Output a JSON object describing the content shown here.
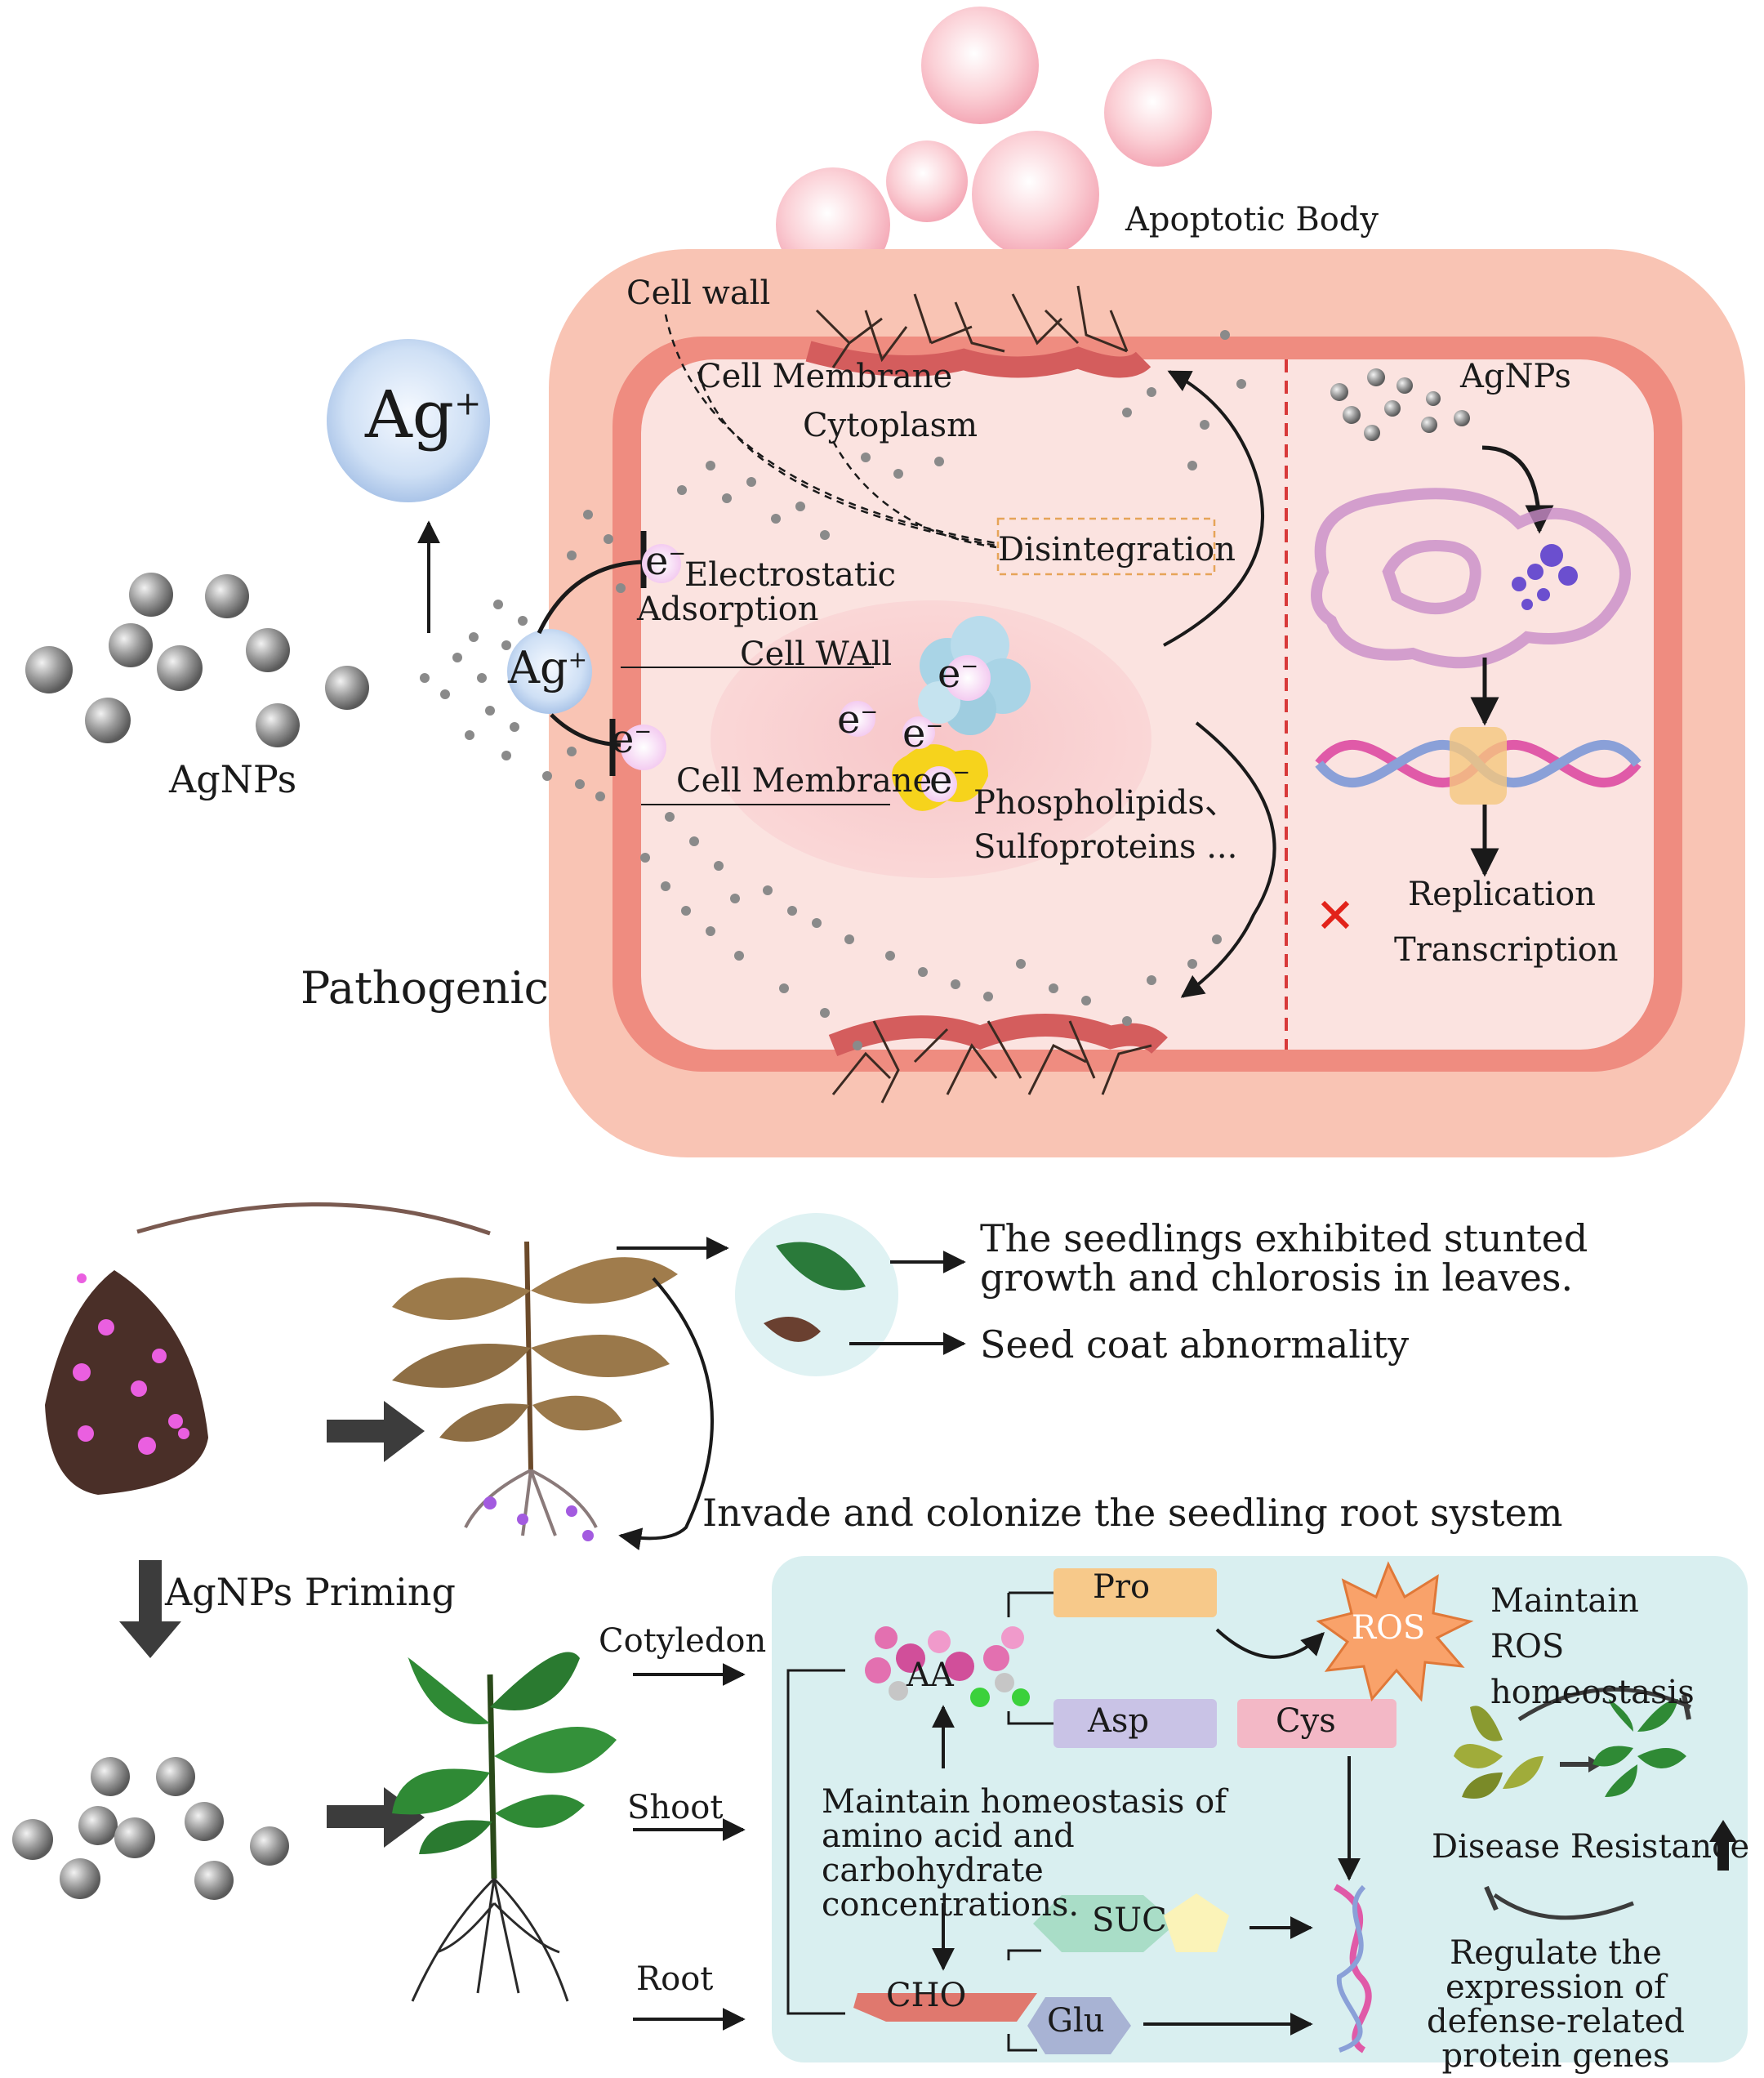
{
  "top": {
    "apoptotic_body": "Apoptotic Body",
    "cell_wall": "Cell wall",
    "cell_membrane_top": "Cell Membrane",
    "cytoplasm": "Cytoplasm",
    "disintegration": "Disintegration",
    "ag_ion_large": "Ag",
    "ag_ion_large_sup": "+",
    "ag_ion_small": "Ag",
    "ag_ion_small_sup": "+",
    "electron": "e",
    "electron_sup": "−",
    "electrostatic_adsorption": "Electrostatic Adsorption",
    "cell_wall_inner": "Cell WAll",
    "cell_membrane_inner": "Cell Membrane",
    "phospholipids": "Phospholipids、",
    "sulfoproteins": "Sulfoproteins ...",
    "agnps_left": "AgNPs",
    "agnps_right": "AgNPs",
    "replication": "Replication",
    "transcription": "Transcription",
    "pathogenic": "Pathogenic"
  },
  "bottom": {
    "stunted_growth": "The seedlings exhibited stunted growth and chlorosis in leaves.",
    "seed_coat": "Seed coat abnormality",
    "invade": "Invade and colonize the seedling root system",
    "priming": "AgNPs Priming",
    "cotyledon": "Cotyledon",
    "shoot": "Shoot",
    "root": "Root",
    "pro": "Pro",
    "aa": "AA",
    "asp": "Asp",
    "cys": "Cys",
    "ros": "ROS",
    "maintain_ros": "Maintain ROS homeostasis",
    "maintain_homeostasis": "Maintain homeostasis of amino acid and carbohydrate concentrations.",
    "disease_resistance": "Disease Resistance",
    "suc": "SUC",
    "cho": "CHO",
    "glu": "Glu",
    "regulate": "Regulate the expression of defense-related protein genes"
  },
  "colors": {
    "cell_outer": "#f9c4b4",
    "cell_wall_band": "#ef8c80",
    "cell_inner": "#fbe3e0",
    "panel_bg": "#d9eff0",
    "pro_box": "#f7c98a",
    "asp_box": "#c9c3e6",
    "cys_box": "#f3b8c6",
    "ros_star": "#f9a26a",
    "cho_shape": "#e0786e",
    "glu_shape": "#a8b3d4",
    "suc_shape": "#a9ddc7",
    "suc_pentagon": "#fbf3b8",
    "dna_pink": "#e05aa8",
    "dna_blue": "#8aa0d8"
  },
  "icons": [
    "nanoparticle-cluster-icon",
    "ag-ion-bubble-icon",
    "apoptotic-bubble-icon",
    "pathogen-hyphae-icon",
    "dna-helix-icon",
    "seed-icon",
    "seedling-icon",
    "leaf-icon",
    "molecule-icon",
    "ros-star-icon",
    "red-x-icon"
  ]
}
